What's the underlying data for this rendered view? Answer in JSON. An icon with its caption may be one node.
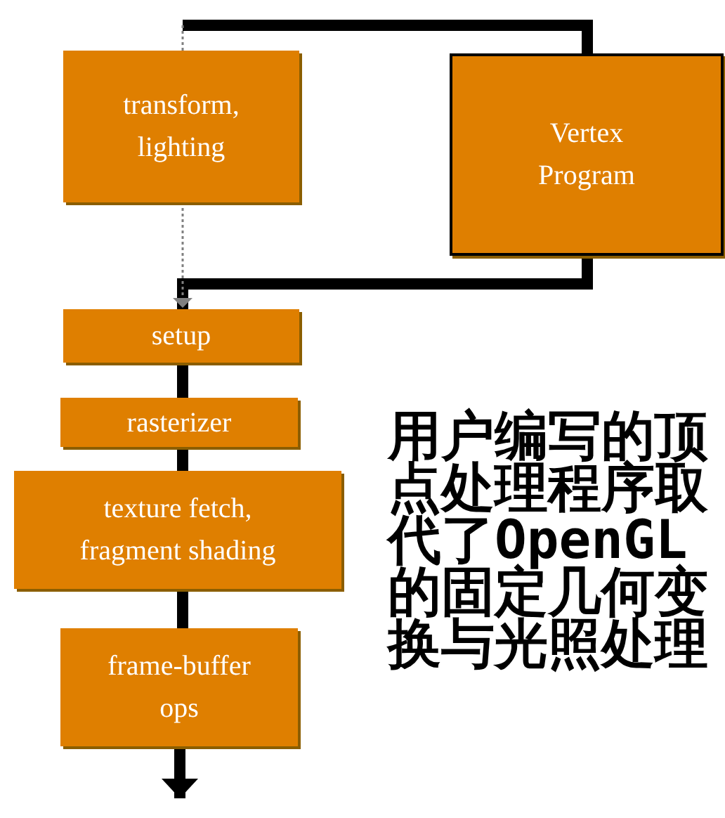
{
  "diagram": {
    "nodes": [
      {
        "text": [
          "transform, lighting"
        ]
      },
      {
        "text": [
          "Vertex Program"
        ]
      },
      {
        "text": [
          "setup"
        ]
      },
      {
        "text": [
          "rasterizer"
        ]
      },
      {
        "text": [
          "texture fetch, fragment shading"
        ]
      },
      {
        "text": [
          "frame-buffer ops"
        ]
      }
    ],
    "edges": [
      {
        "from": null,
        "to": 1,
        "arrow": "none"
      },
      {
        "from": null,
        "to": 0,
        "arrow": "none",
        "style": "dashed",
        "color": "#808080"
      },
      {
        "from": 0,
        "to": 2,
        "arrow": "to",
        "style": "dashed",
        "color": "#808080"
      },
      {
        "from": 1,
        "to": 2,
        "arrow": "none"
      },
      {
        "from": 2,
        "to": 3,
        "arrow": "none"
      },
      {
        "from": 3,
        "to": 4,
        "arrow": "none"
      },
      {
        "from": 4,
        "to": 5,
        "arrow": "none"
      },
      {
        "from": 5,
        "to": null,
        "arrow": "to"
      }
    ],
    "labels": [
      "用户编写的顶点处理程序取代了OpenGL的固定几何变换与光照处理"
    ]
  }
}
